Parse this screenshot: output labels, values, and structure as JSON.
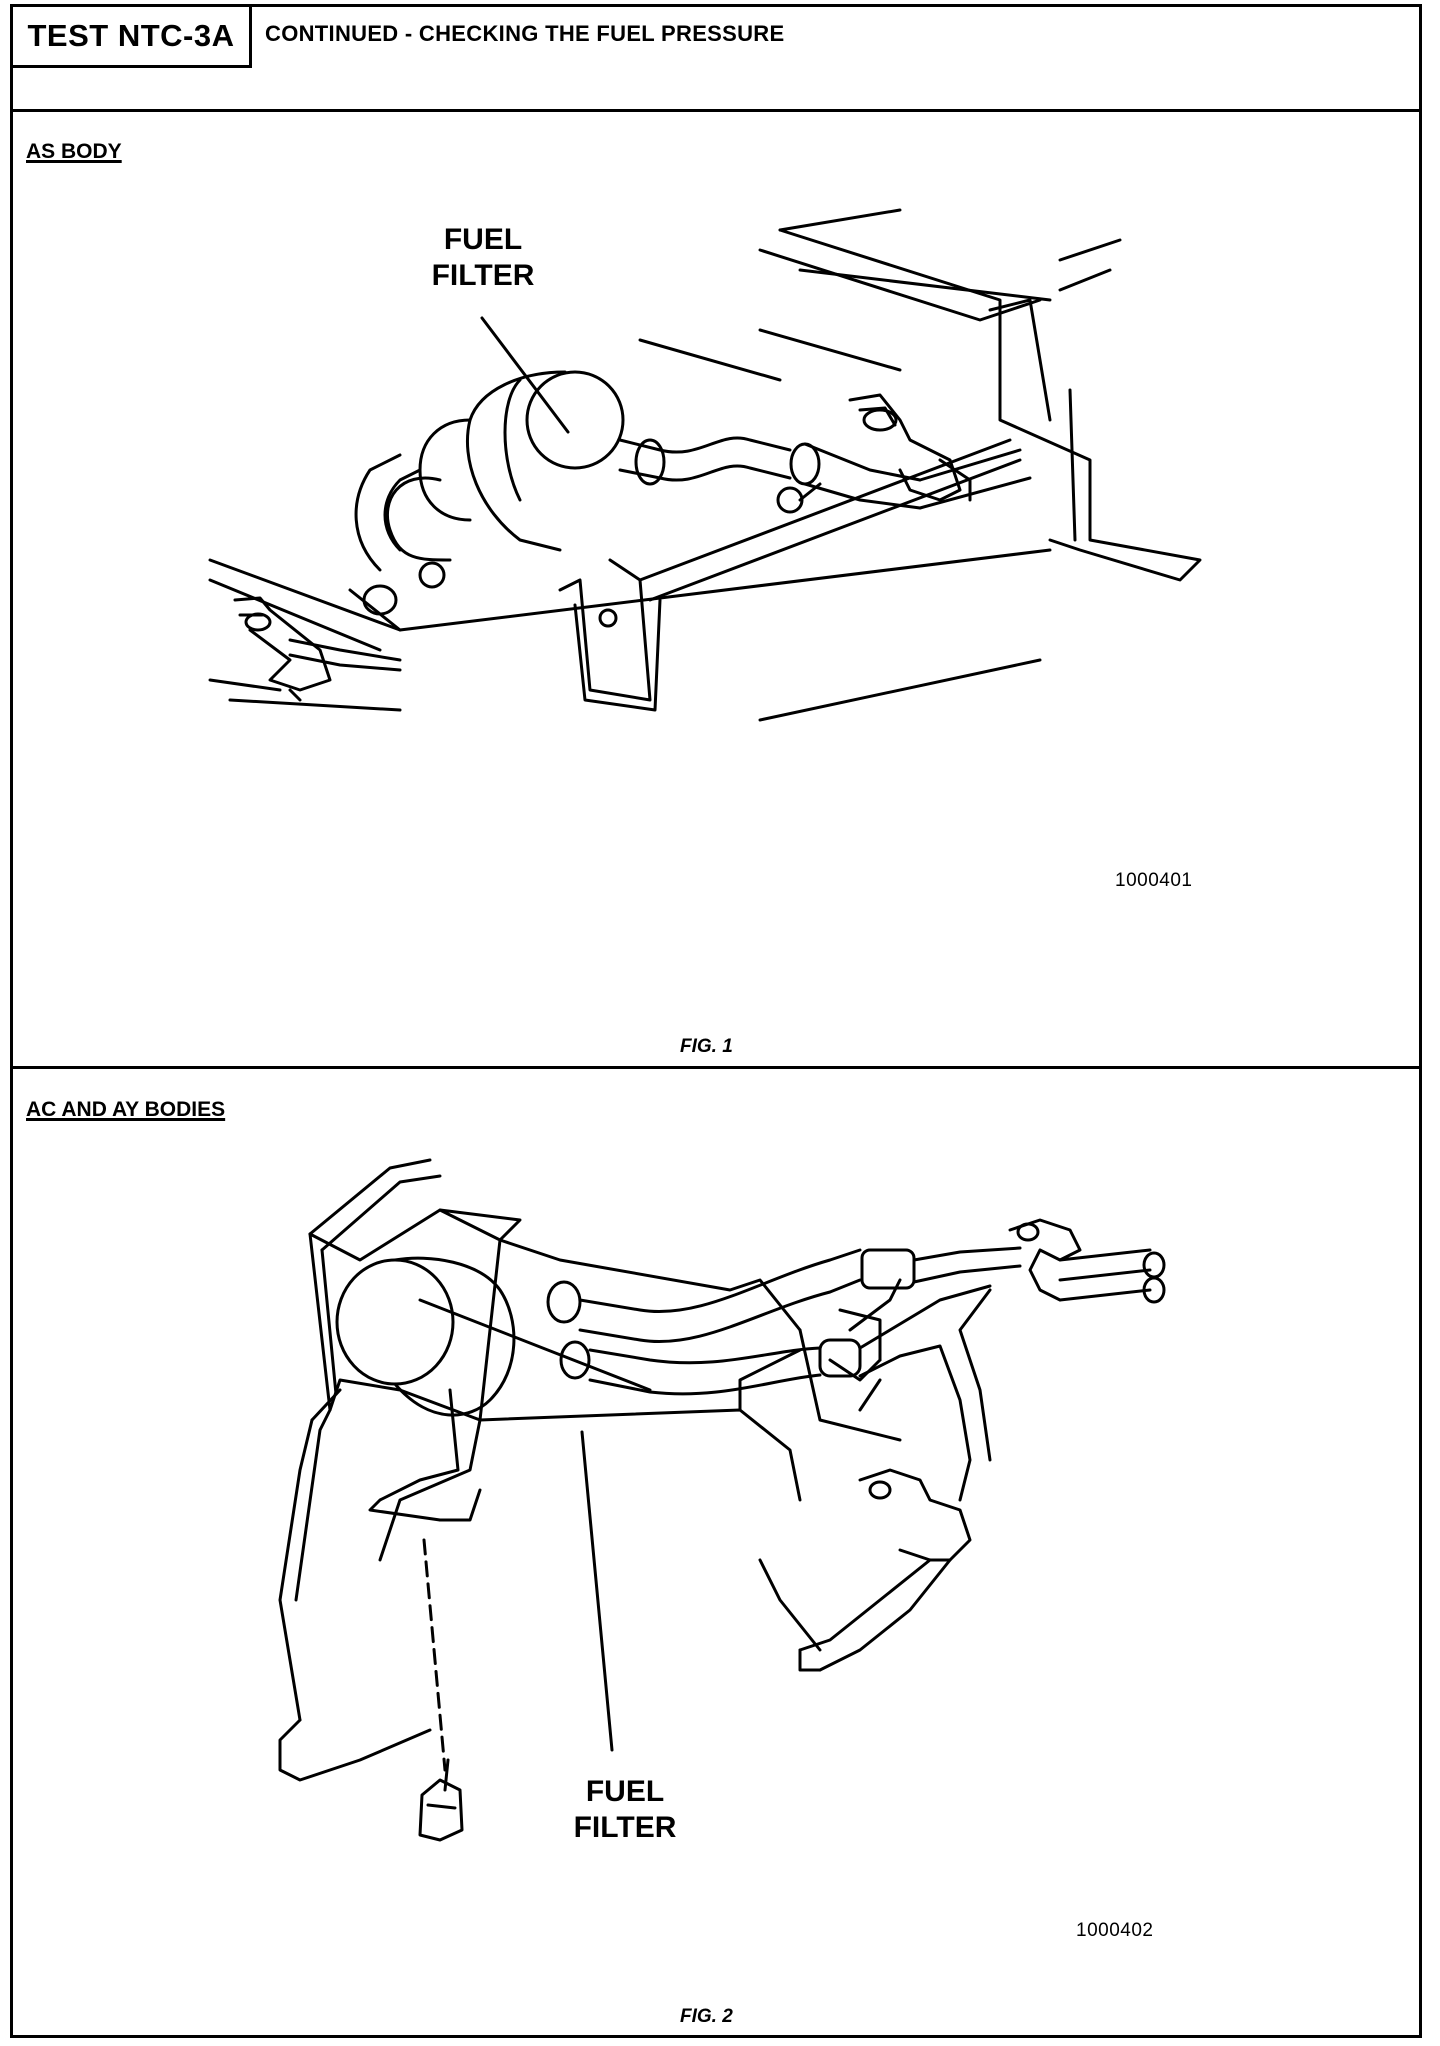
{
  "header": {
    "test_id": "TEST NTC-3A",
    "title": "CONTINUED - CHECKING THE FUEL PRESSURE"
  },
  "figure1": {
    "section_label": "AS BODY",
    "callout_line1": "FUEL",
    "callout_line2": "FILTER",
    "image_code": "1000401",
    "caption": "FIG. 1"
  },
  "figure2": {
    "section_label": "AC AND AY BODIES",
    "callout_line1": "FUEL",
    "callout_line2": "FILTER",
    "image_code": "1000402",
    "caption": "FIG. 2"
  }
}
